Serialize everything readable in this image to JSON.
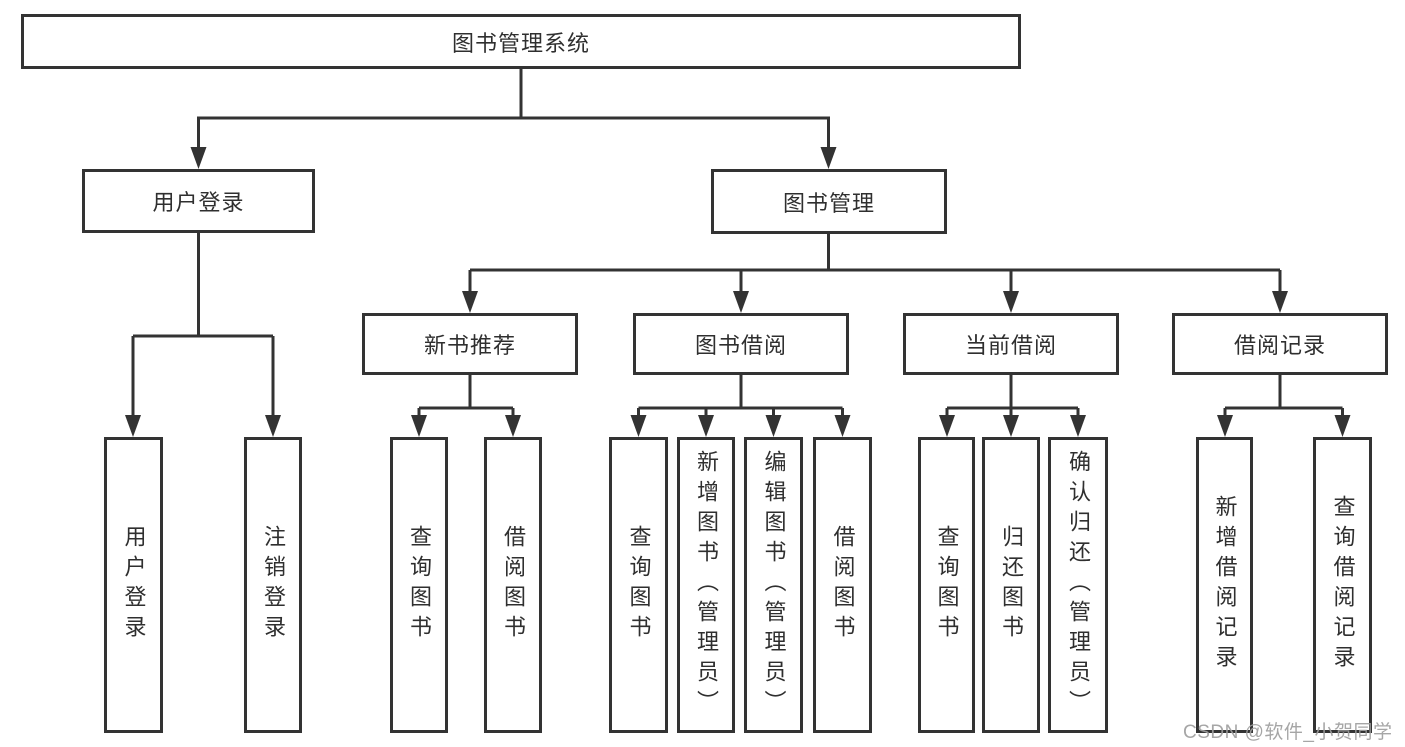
{
  "colors": {
    "line": "#333333",
    "box_border": "#333333",
    "text": "#2f2f2f",
    "background": "#ffffff",
    "watermark": "#9e9e9e"
  },
  "watermark": {
    "text": "CSDN @软件_小贺同学"
  },
  "nodes": {
    "root": {
      "label": "图书管理系统"
    },
    "level2": {
      "user_login": {
        "label": "用户登录"
      },
      "book_management": {
        "label": "图书管理"
      }
    },
    "level3": {
      "new_book_recommend": {
        "label": "新书推荐"
      },
      "book_borrowing": {
        "label": "图书借阅"
      },
      "current_borrowing": {
        "label": "当前借阅"
      },
      "borrowing_records": {
        "label": "借阅记录"
      }
    },
    "leaves": {
      "user_login": {
        "label": "用户登录"
      },
      "logout": {
        "label": "注销登录"
      },
      "nbr_query_books": {
        "label": "查询图书"
      },
      "nbr_borrow_books": {
        "label": "借阅图书"
      },
      "bb_query_books": {
        "label": "查询图书"
      },
      "bb_add_books": {
        "label": "新增图书（管理员）"
      },
      "bb_edit_books": {
        "label": "编辑图书（管理员）"
      },
      "bb_borrow_books": {
        "label": "借阅图书"
      },
      "cb_query_books": {
        "label": "查询图书"
      },
      "cb_return_books": {
        "label": "归还图书"
      },
      "cb_confirm_return": {
        "label": "确认归还（管理员）"
      },
      "br_add_record": {
        "label": "新增借阅记录"
      },
      "br_query_record": {
        "label": "查询借阅记录"
      }
    }
  }
}
